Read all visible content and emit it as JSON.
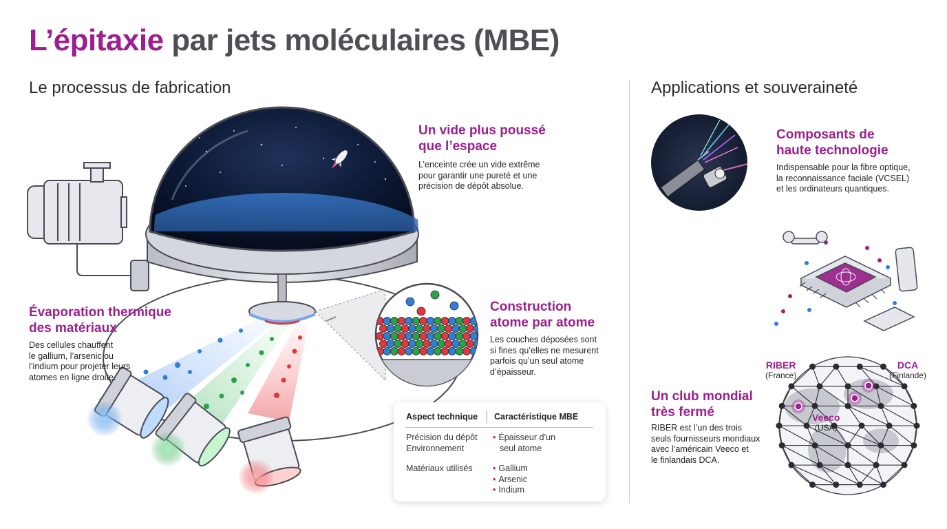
{
  "title": {
    "accent": "L’épitaxie",
    "rest": "par jets moléculaires (MBE)"
  },
  "left_section": {
    "heading": "Le processus de fabrication"
  },
  "right_section": {
    "heading": "Applications et souveraineté"
  },
  "vacuum": {
    "heading": [
      "Un vide plus poussé",
      "que l’espace"
    ],
    "body": [
      "L’enceinte crée un vide extrême",
      "pour garantir une pureté et une",
      "précision de dépôt absolue."
    ]
  },
  "evaporation": {
    "heading": [
      "Évaporation thermique",
      "des matériaux"
    ],
    "body": [
      "Des cellules chauffent",
      "le gallium, l’arsenic ou",
      "l’indium pour projeter leurs",
      "atomes en ligne droite."
    ]
  },
  "construction": {
    "heading": [
      "Construction",
      "atome par atome"
    ],
    "body": [
      "Les couches déposées sont",
      "si fines qu’elles ne mesurent",
      "parfois qu’un seul atome",
      "d’épaisseur."
    ]
  },
  "table": {
    "headers": [
      "Aspect technique",
      "Caractéristique MBE"
    ],
    "col1": [
      "Précision du dépôt",
      "Environnement",
      "Matériaux utilisés"
    ],
    "col2_first": [
      "Épaisseur d’un",
      "seul atome"
    ],
    "col2_list": [
      "Gallium",
      "Arsenic",
      "Indium"
    ],
    "bullet": "•"
  },
  "components": {
    "heading": [
      "Composants de",
      "haute technologie"
    ],
    "body": [
      "Indispensable pour la fibre optique,",
      "la reconnaissance faciale (VCSEL)",
      "et les ordinateurs quantiques."
    ]
  },
  "club": {
    "heading": [
      "Un club mondial",
      "très fermé"
    ],
    "body": [
      "RIBER est l’un des trois",
      "seuls fournisseurs mondiaux",
      "avec l’américain Veeco et",
      "le finlandais DCA."
    ]
  },
  "globe_labels": {
    "riber": {
      "name": "RIBER",
      "country": "(France)"
    },
    "dca": {
      "name": "DCA",
      "country": "(Finlande)"
    },
    "veeco": {
      "name": "Veeco",
      "country": "(USA)"
    }
  },
  "colors": {
    "accent": "#9c1f8f",
    "title_gray": "#4e4e55",
    "blue": "#2f7fd8",
    "green": "#2aa24a",
    "red": "#e0383e"
  }
}
